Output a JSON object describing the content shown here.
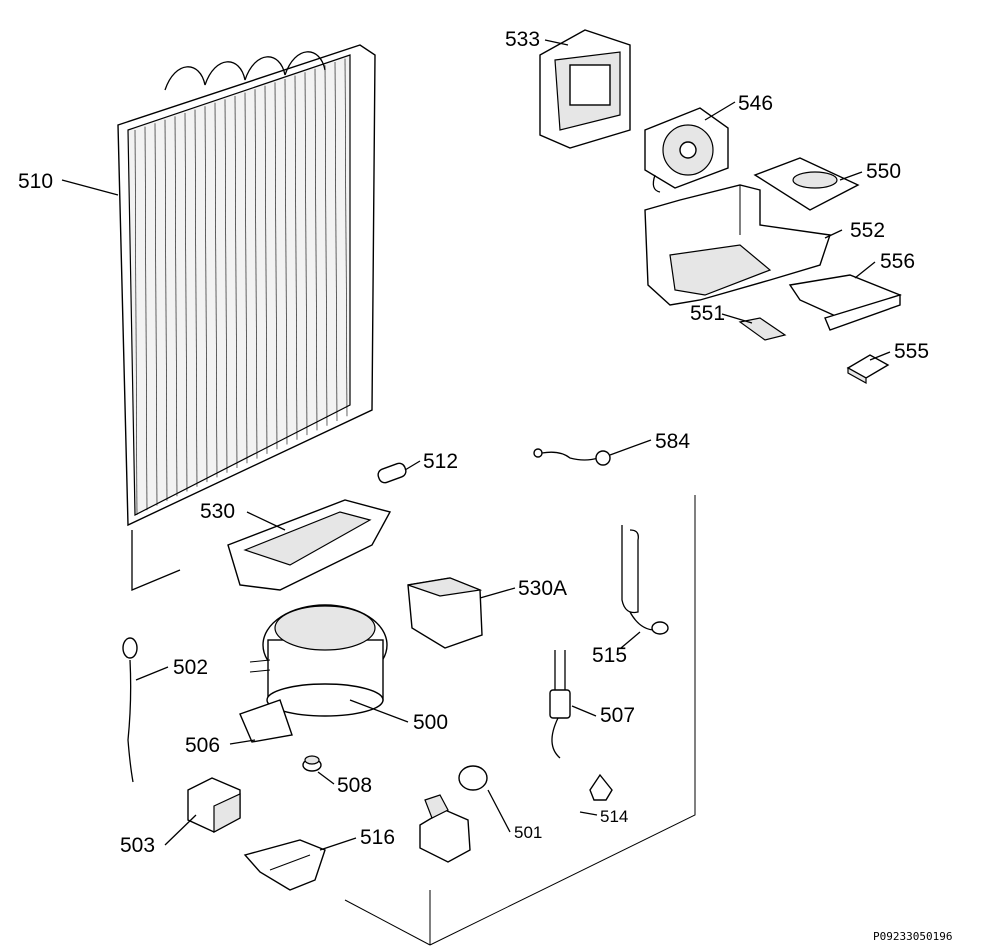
{
  "diagram": {
    "doc_code": "P09233050196",
    "labels": {
      "p510": "510",
      "p533": "533",
      "p546": "546",
      "p550": "550",
      "p552": "552",
      "p556": "556",
      "p551": "551",
      "p555": "555",
      "p512": "512",
      "p584": "584",
      "p530": "530",
      "p530A": "530A",
      "p515": "515",
      "p502": "502",
      "p500": "500",
      "p506": "506",
      "p507": "507",
      "p508": "508",
      "p503": "503",
      "p516": "516",
      "p501": "501",
      "p514": "514"
    }
  }
}
